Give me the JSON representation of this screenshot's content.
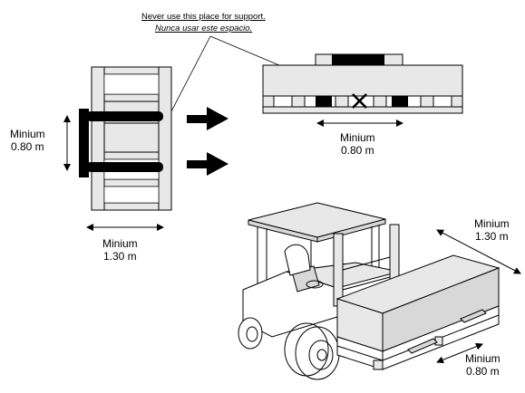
{
  "notes": {
    "warning_en": "Never use this place for support.",
    "warning_es": "Nunca usar este espacio."
  },
  "labels": {
    "min_080_left": {
      "line1": "Minium",
      "line2": "0.80 m"
    },
    "min_130_bottom": {
      "line1": "Minium",
      "line2": "1.30 m"
    },
    "min_080_side": {
      "line1": "Minium",
      "line2": "0.80 m"
    },
    "min_130_forklift": {
      "line1": "Minium",
      "line2": "1.30 m"
    },
    "min_080_forklift": {
      "line1": "Minium",
      "line2": "0.80 m"
    }
  },
  "colors": {
    "line": "#000000",
    "fill_light": "#e8e8e8",
    "fill_dark": "#000000",
    "background": "#ffffff"
  }
}
